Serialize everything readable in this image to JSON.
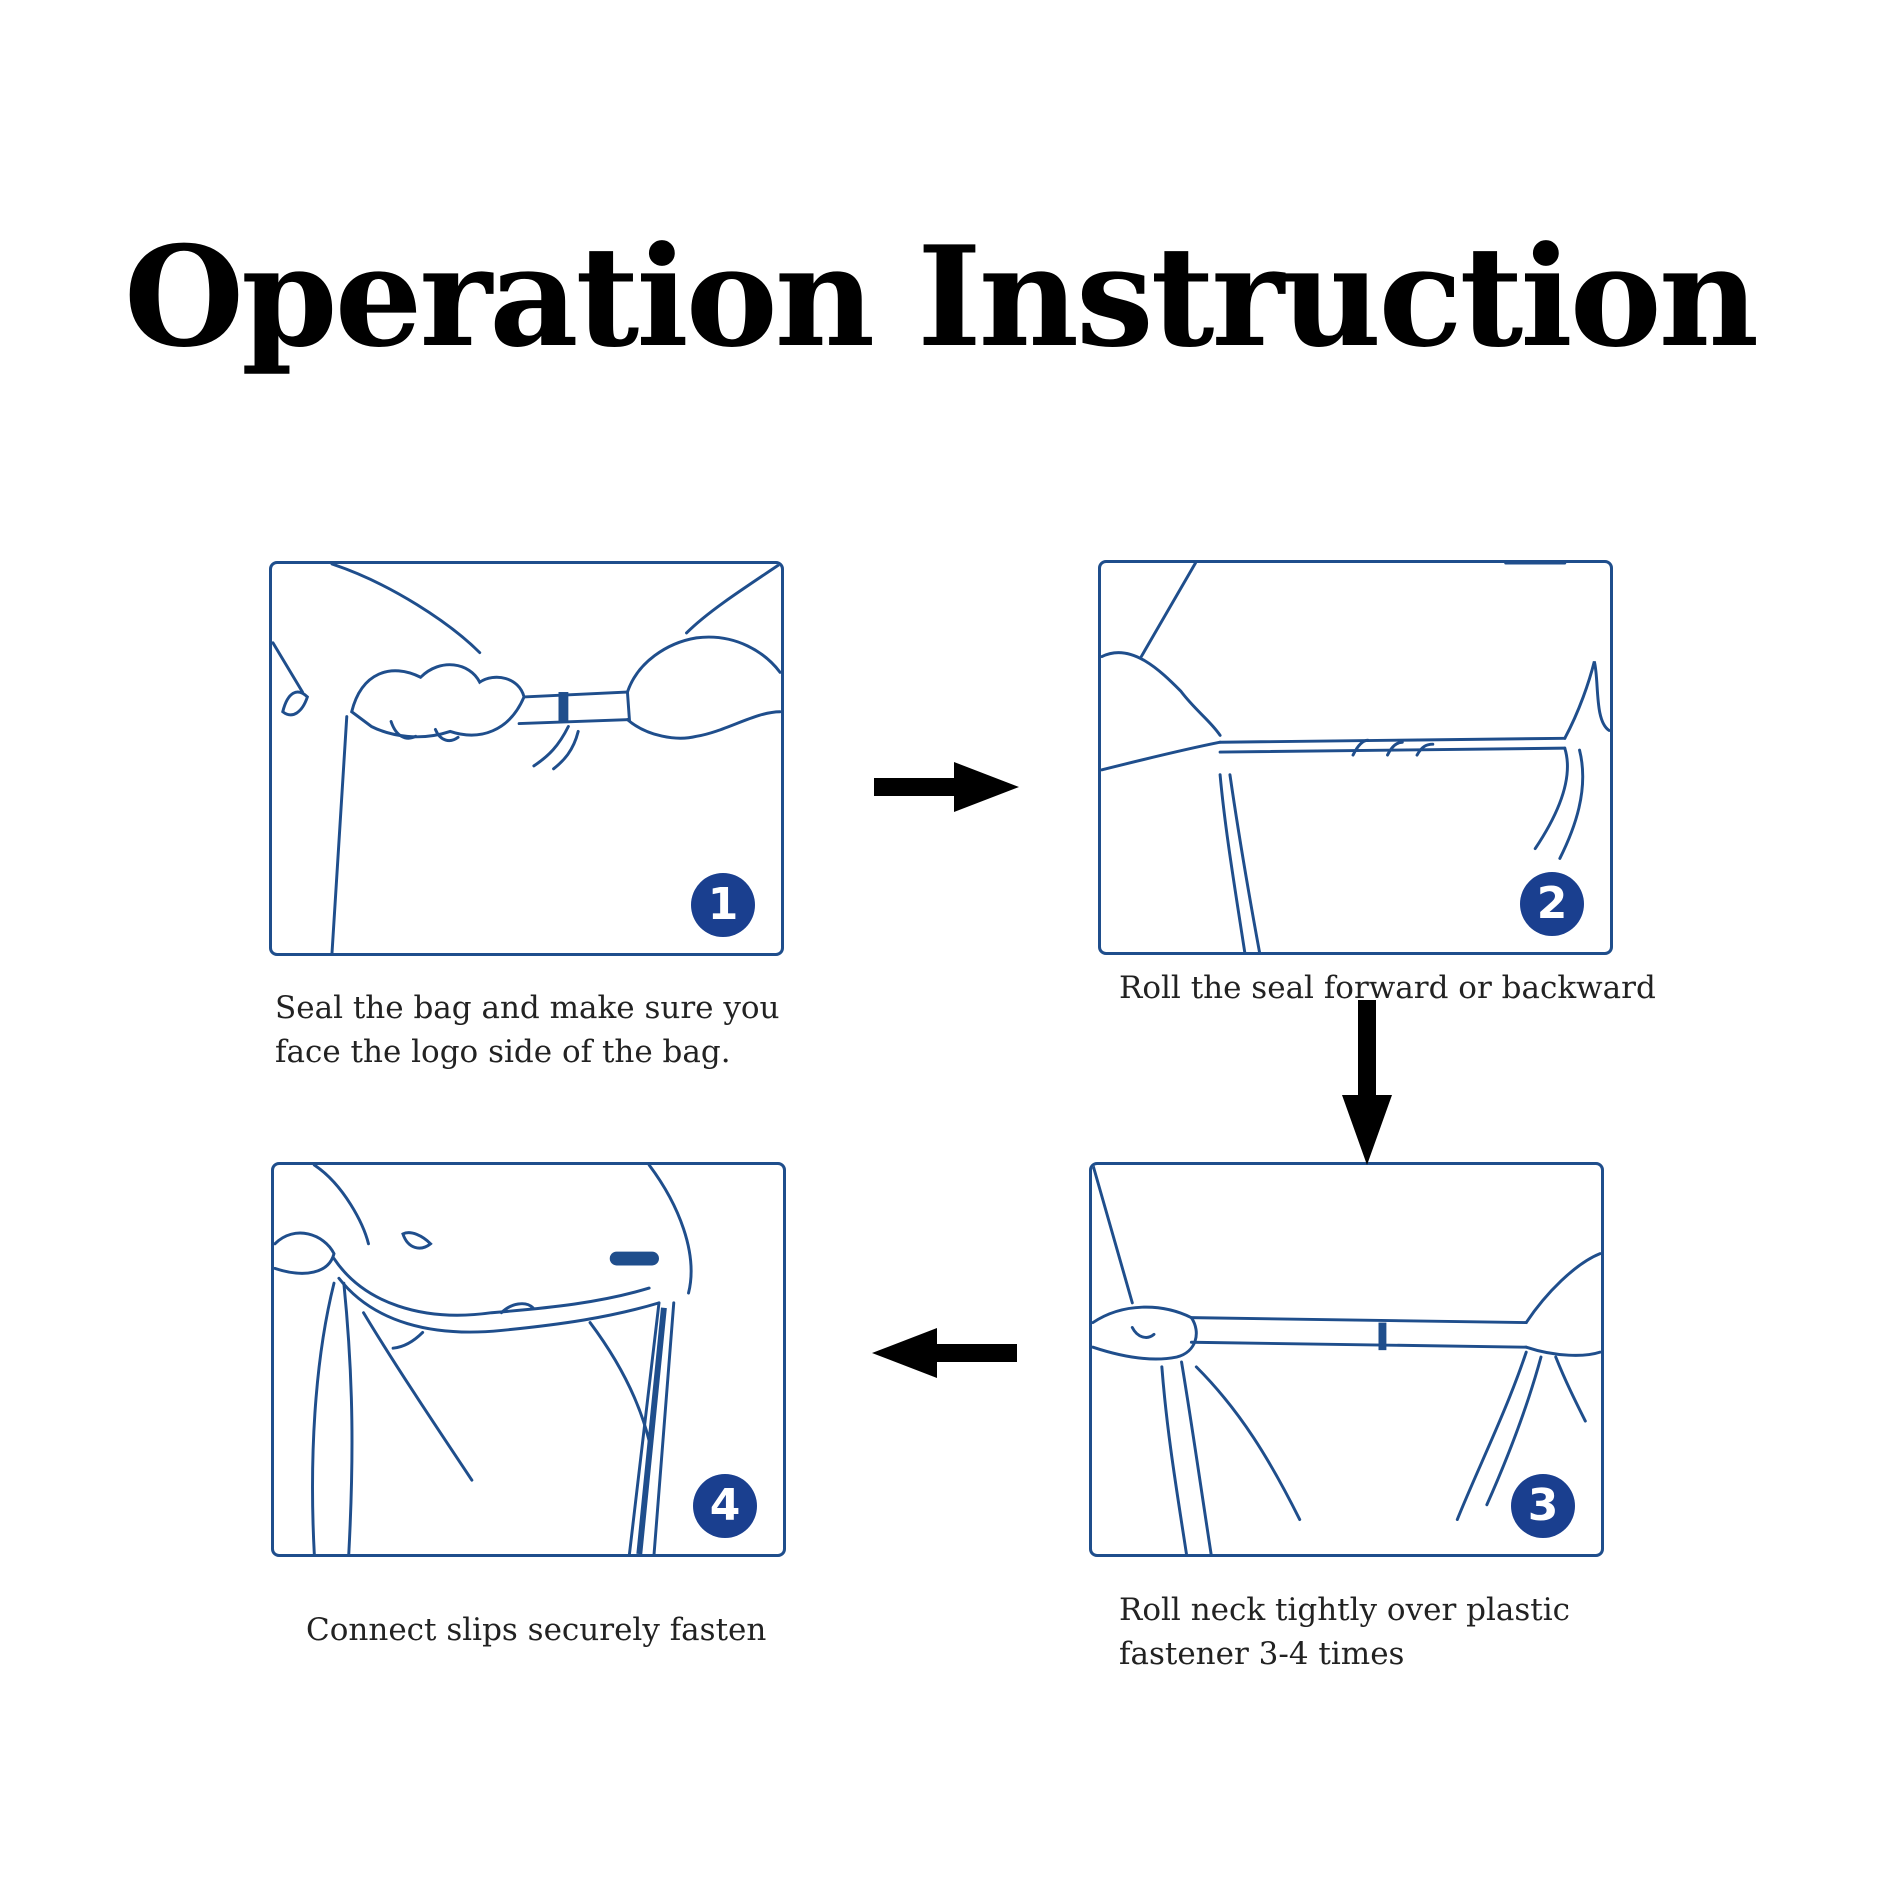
{
  "title": "Operation Instruction",
  "colors": {
    "line": "#1f4e8c",
    "badge": "#1a3f8f",
    "arrow": "#000000"
  },
  "steps": [
    {
      "number": "1",
      "caption": "Seal the bag and make sure you\nface the logo side of the bag."
    },
    {
      "number": "2",
      "caption": "Roll the seal forward or backward"
    },
    {
      "number": "3",
      "caption": "Roll neck tightly over plastic\nfastener 3-4 times"
    },
    {
      "number": "4",
      "caption": "Connect slips securely fasten"
    }
  ],
  "arrows": [
    "arrow-right-icon",
    "arrow-down-icon",
    "arrow-left-icon"
  ]
}
